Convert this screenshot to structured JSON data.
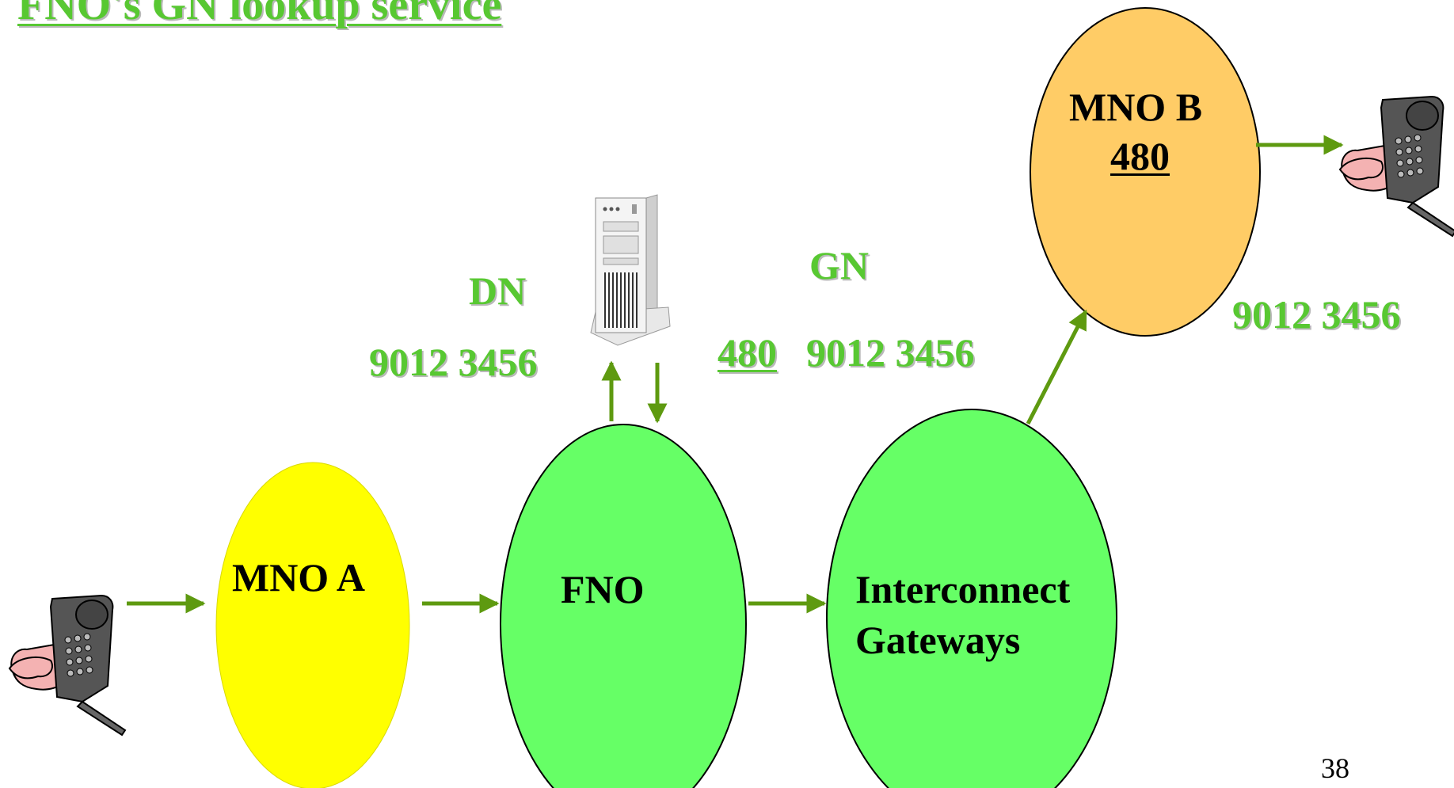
{
  "title": "FNO's GN lookup service",
  "nodes": {
    "mno_a": "MNO A",
    "fno": "FNO",
    "interconnect_line1": "Interconnect",
    "interconnect_line2": "Gateways",
    "mno_b": "MNO B",
    "mno_b_code": "480"
  },
  "labels": {
    "dn": "DN",
    "dn_number": "9012 3456",
    "gn": "GN",
    "gn_prefix": "480",
    "gn_number": "9012 3456",
    "destination_number": "9012 3456"
  },
  "page_number": "38",
  "colors": {
    "label_green": "#58c832",
    "arrow_green": "#5e9a10",
    "mno_a_fill": "#ffff00",
    "fno_fill": "#66ff66",
    "interconnect_fill": "#66ff66",
    "mno_b_fill": "#ffcc66"
  },
  "icons": {
    "caller": "handset-icon",
    "callee": "handset-icon",
    "lookup_server": "server-tower-icon"
  }
}
